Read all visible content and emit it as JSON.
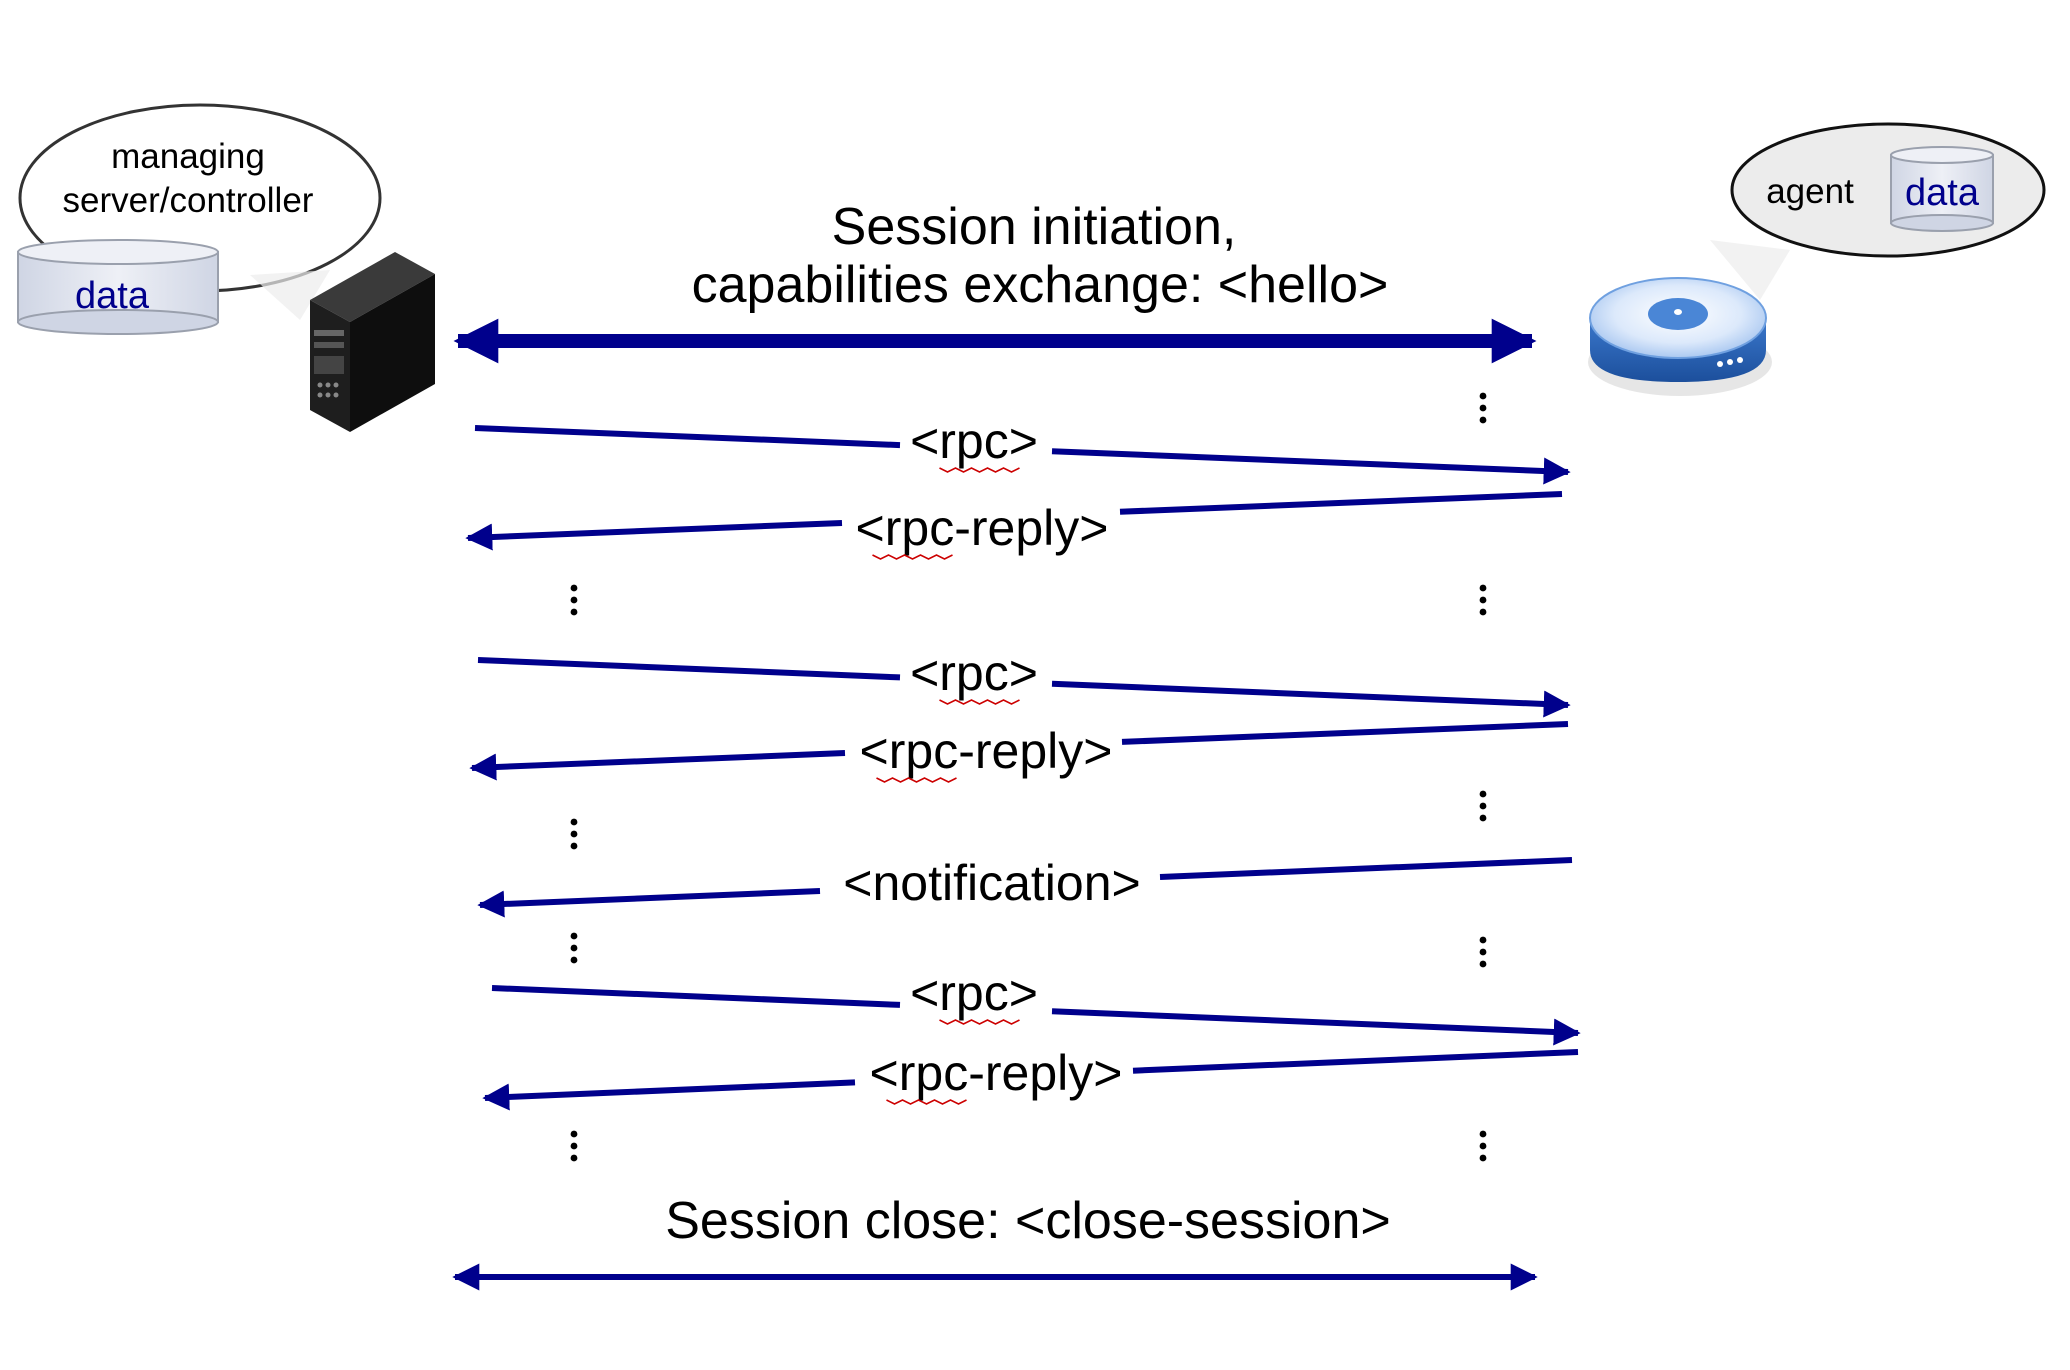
{
  "manager": {
    "label_line1": "managing",
    "label_line2": "server/controller",
    "data_label": "data"
  },
  "agent": {
    "label": "agent",
    "data_label": "data"
  },
  "session_init": {
    "line1": "Session initiation,",
    "line2": "capabilities exchange: <hello>"
  },
  "messages": [
    {
      "label": "<rpc>",
      "direction": "to-agent"
    },
    {
      "label": "<rpc-reply>",
      "direction": "to-manager"
    },
    {
      "label": "<rpc>",
      "direction": "to-agent"
    },
    {
      "label": "<rpc-reply>",
      "direction": "to-manager"
    },
    {
      "label": "<notification>",
      "direction": "to-manager"
    },
    {
      "label": "<rpc>",
      "direction": "to-agent"
    },
    {
      "label": "<rpc-reply>",
      "direction": "to-manager"
    }
  ],
  "session_close": {
    "label": "Session close:  <close-session>"
  },
  "colors": {
    "arrow": "#00008c",
    "data_text": "#00008c",
    "cylinder": "#dfe3ee",
    "router": "#2a64b8"
  },
  "icons": {
    "manager": "server-tower-icon",
    "agent": "router-device-icon"
  }
}
